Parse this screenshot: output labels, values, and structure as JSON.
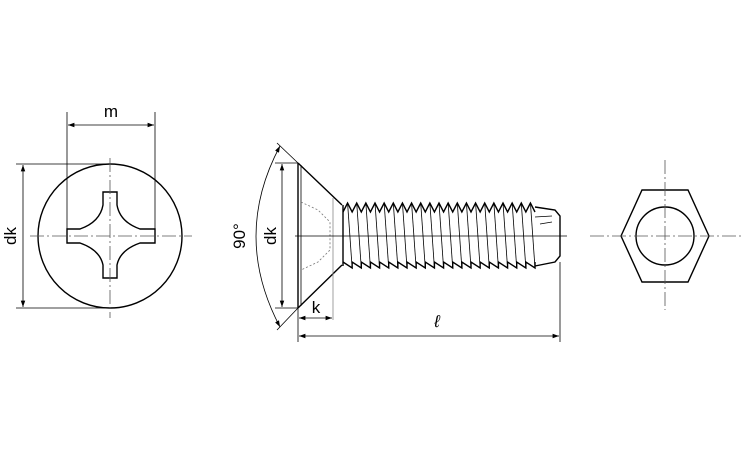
{
  "labels": {
    "m": "m",
    "dk_top_view": "dk",
    "dk_side_view": "dk",
    "angle": "90°",
    "k": "k",
    "length": "ℓ"
  },
  "thread": {
    "count": 21
  }
}
